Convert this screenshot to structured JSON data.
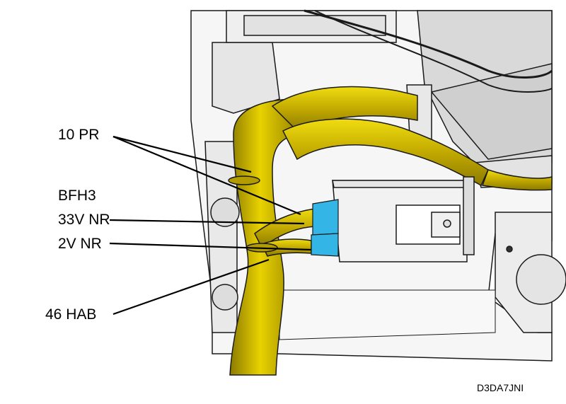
{
  "labels": {
    "pr10": "10 PR",
    "bfh3": "BFH3",
    "nr33v": "33V NR",
    "nr2v": "2V NR",
    "hab46": "46 HAB"
  },
  "figure_code": "D3DA7JNI",
  "colors": {
    "harness": "#c9b000",
    "harness_dark": "#8c7a00",
    "connector": "#33b5e5",
    "outline": "#1a1a1a",
    "panel": "#efefef"
  }
}
